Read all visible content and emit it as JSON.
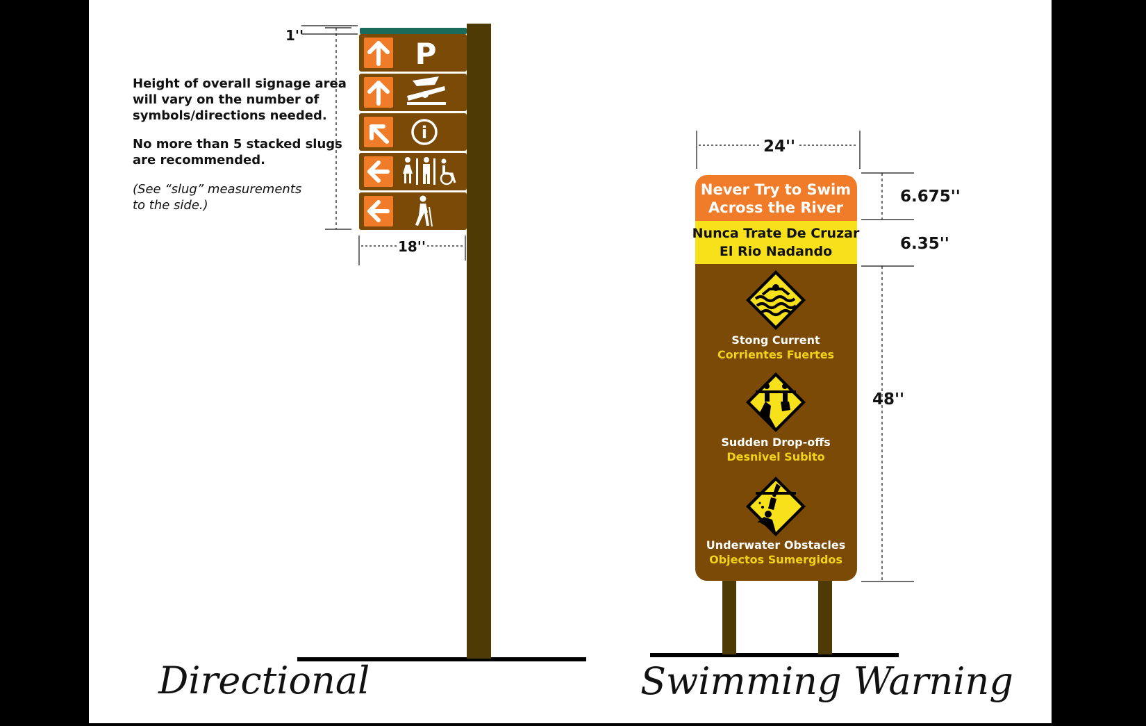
{
  "directional": {
    "notes": [
      "Height of overall signage area",
      "will vary on the number of",
      "symbols/directions needed."
    ],
    "notes2": [
      "No more than 5 stacked slugs",
      "are recommended."
    ],
    "notes3": [
      "(See “slug” measurements",
      "to the side.)"
    ],
    "dim_top": "1''",
    "dim_width": "18''",
    "caption": "Directional",
    "slugs": [
      {
        "arrow": "up-arrow-icon",
        "symbol": "parking-icon",
        "symbol_text": "P"
      },
      {
        "arrow": "up-arrow-icon",
        "symbol": "boat-launch-icon"
      },
      {
        "arrow": "up-left-arrow-icon",
        "symbol": "information-icon",
        "symbol_text": "i"
      },
      {
        "arrow": "left-arrow-icon",
        "symbol": "restrooms-accessible-icon"
      },
      {
        "arrow": "left-arrow-icon",
        "symbol": "hiker-icon"
      }
    ]
  },
  "warning": {
    "dim_width": "24''",
    "dim_orange": "6.675''",
    "dim_yellow": "6.35''",
    "dim_body": "48''",
    "header_en_1": "Never Try to Swim",
    "header_en_2": "Across the River",
    "header_es_1": "Nunca Trate De Cruzar",
    "header_es_2": "El Rio Nadando",
    "hazards": [
      {
        "icon": "strong-current-icon",
        "en": "Stong Current",
        "es": "Corrientes Fuertes"
      },
      {
        "icon": "drop-off-icon",
        "en": "Sudden Drop-offs",
        "es": "Desnivel Subito"
      },
      {
        "icon": "underwater-obstacle-icon",
        "en": "Underwater Obstacles",
        "es": "Objectos Sumergidos"
      }
    ],
    "caption": "Swimming Warning"
  },
  "colors": {
    "brown": "#7a4a06",
    "orange": "#f07c2a",
    "yellow": "#f7e11a",
    "teal": "#1a6b5a",
    "post": "#4e3a05"
  }
}
